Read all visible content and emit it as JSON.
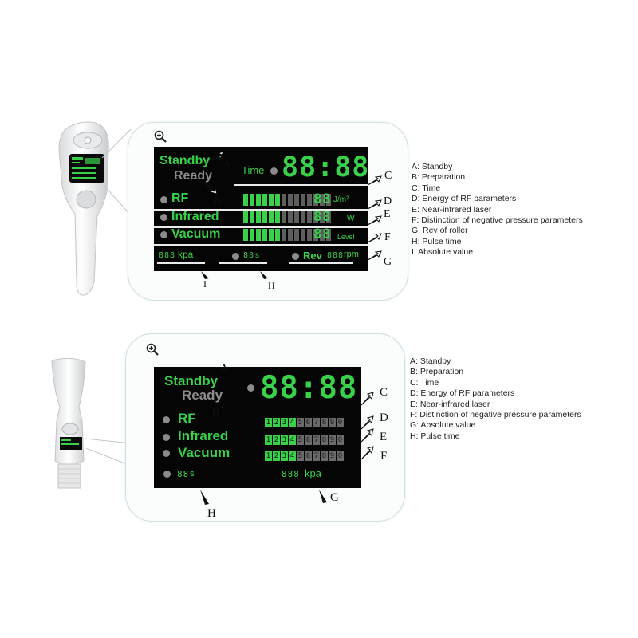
{
  "colors": {
    "lcd_bg": "#050505",
    "lcd_green": "#39d14a",
    "lcd_gray": "#8c8c8c",
    "bubble_border": "#cfe0df"
  },
  "panel1": {
    "standby": "Standby",
    "ready": "Ready",
    "time_label": "Time",
    "time_digits": "88:88",
    "rf": "RF",
    "rf_value": "88",
    "rf_unit": "J/m²",
    "infrared": "Infrared",
    "infrared_value": "88",
    "infrared_unit": "W",
    "vacuum": "Vacuum",
    "vacuum_value": "88",
    "vacuum_unit": "Level",
    "kpa_value": "888",
    "kpa_unit": "kpa",
    "pulse_value": "88",
    "pulse_unit": "s",
    "rev_label": "Rev",
    "rev_value": "888",
    "rev_unit": "rpm",
    "bar_on": 6,
    "bar_total": 14,
    "callouts": {
      "a": "A",
      "b": "B",
      "c": "C",
      "d": "D",
      "e": "E",
      "f": "F",
      "g": "G",
      "h": "H",
      "i": "I"
    },
    "legend": [
      "A: Standby",
      "B: Preparation",
      "C: Time",
      "D: Energy of RF parameters",
      "E: Near-infrared laser",
      "F: Distinction of negative pressure parameters",
      "G: Rev of roller",
      "H: Pulse time",
      "I: Absolute value"
    ]
  },
  "panel2": {
    "standby": "Standby",
    "ready": "Ready",
    "time_digits": "88:88",
    "rf": "RF",
    "infrared": "Infrared",
    "vacuum": "Vacuum",
    "levels": [
      "1",
      "2",
      "3",
      "4",
      "5",
      "6",
      "7",
      "8",
      "9",
      "0"
    ],
    "level_on": 4,
    "pulse_value": "88",
    "pulse_unit": "s",
    "kpa_value": "888",
    "kpa_unit": "kpa",
    "callouts": {
      "a": "A",
      "b": "B",
      "c": "C",
      "d": "D",
      "e": "E",
      "f": "F",
      "g": "G",
      "h": "H"
    },
    "legend": [
      "A: Standby",
      "B: Preparation",
      "C: Time",
      "D: Energy of RF parameters",
      "E: Near-infrared laser",
      "F: Distinction of negative pressure parameters",
      "G: Absolute value",
      "H: Pulse time"
    ]
  }
}
